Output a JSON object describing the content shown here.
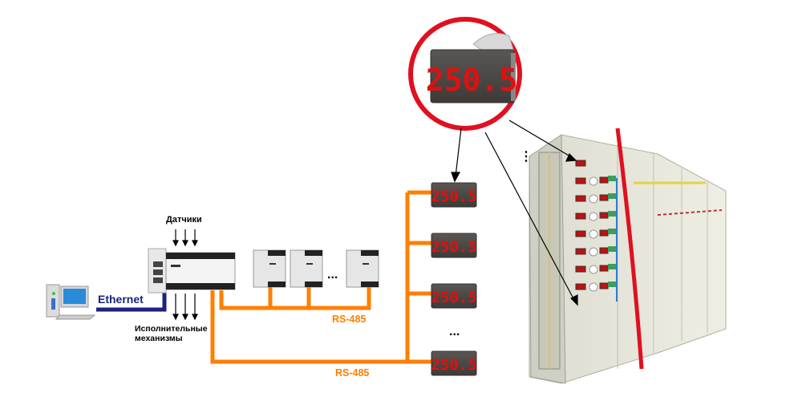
{
  "labels": {
    "sensors": "Датчики",
    "actuators_line1": "Исполнительные",
    "actuators_line2": "механизмы",
    "ethernet": "Ethernet",
    "rs485_top": "RS-485",
    "rs485_bottom": "RS-485",
    "ellipsis_modules": "...",
    "ellipsis_displays": "...",
    "ellipsis_cabinet": "⋮"
  },
  "display": {
    "reading": "250.5",
    "small_reading": "250.5"
  },
  "colors": {
    "rs485_line": "#ff7f00",
    "ethernet_line": "#1a237e",
    "highlight_red": "#e01020",
    "display_digits": "#e01010",
    "display_body": "#4a4644"
  }
}
